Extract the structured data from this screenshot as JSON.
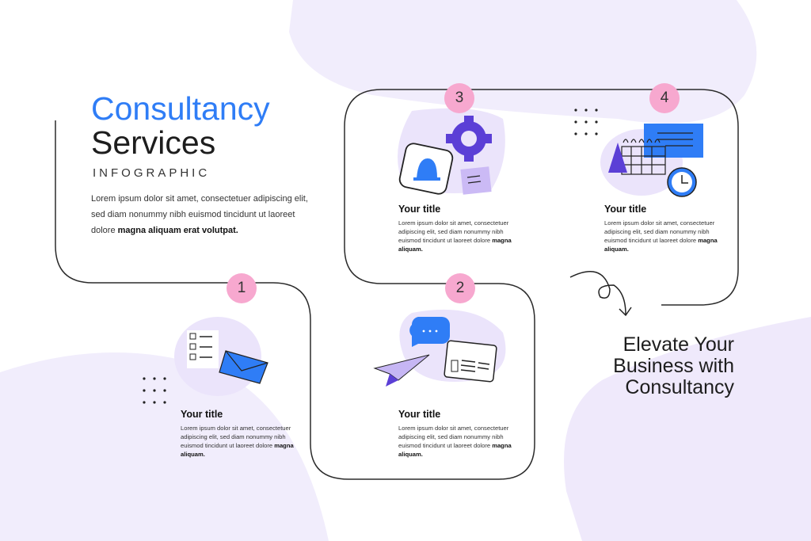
{
  "header": {
    "title_line1": "Consultancy",
    "title_line2": "Services",
    "subtitle": "INFOGRAPHIC",
    "intro": "Lorem ipsum dolor sit amet, consectetuer adipiscing elit, sed diam nonummy nibh euismod tincidunt ut laoreet dolore ",
    "intro_bold": "magna aliquam erat volutpat."
  },
  "steps": [
    {
      "number": "1",
      "title": "Your title",
      "body": "Lorem ipsum dolor sit amet, consectetuer adipiscing elit, sed diam nonummy nibh euismod tincidunt ut laoreet dolore ",
      "bold": "magna aliquam.",
      "icon": "checklist-envelope-icon"
    },
    {
      "number": "2",
      "title": "Your title",
      "body": "Lorem ipsum dolor sit amet, consectetuer adipiscing elit, sed diam nonummy nibh euismod tincidunt ut laoreet dolore ",
      "bold": "magna aliquam.",
      "icon": "paper-plane-chat-icon"
    },
    {
      "number": "3",
      "title": "Your title",
      "body": "Lorem ipsum dolor sit amet, consectetuer adipiscing elit, sed diam nonummy nibh euismod tincidunt ut laoreet dolore ",
      "bold": "magna aliquam.",
      "icon": "gear-bell-icon"
    },
    {
      "number": "4",
      "title": "Your title",
      "body": "Lorem ipsum dolor sit amet, consectetuer adipiscing elit, sed diam nonummy nibh euismod tincidunt ut laoreet dolore ",
      "bold": "magna aliquam.",
      "icon": "calendar-clock-icon"
    }
  ],
  "cta": {
    "line1": "Elevate Your",
    "line2": "Business with",
    "line3": "Consultancy"
  },
  "colors": {
    "blue": "#2f7df6",
    "pink": "#f7a8cf",
    "lavender": "#eee8fb",
    "purple": "#5b3fd6",
    "line": "#2b2b2b"
  }
}
